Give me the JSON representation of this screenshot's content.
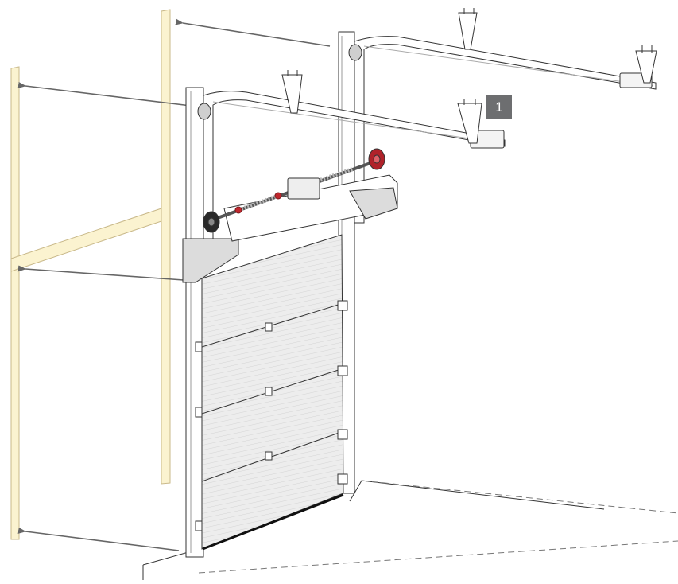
{
  "diagram": {
    "callout_number": "1",
    "colors": {
      "frame_fill": "#fbf3d0",
      "frame_stroke": "#c9b98a",
      "arrow": "#666666",
      "line": "#333333",
      "panel": "#ededed",
      "spring_red": "#c0272d",
      "drum_red": "#b0222a",
      "badge": "#6d6e70"
    },
    "components": [
      "wall-frame-posts",
      "pointer-arrows",
      "floor-outline",
      "door-guide-rails",
      "horizontal-tracks",
      "ceiling-hangers",
      "torsion-shaft",
      "torsion-springs",
      "cable-drums",
      "header-bracket",
      "sectional-door-panels"
    ]
  }
}
